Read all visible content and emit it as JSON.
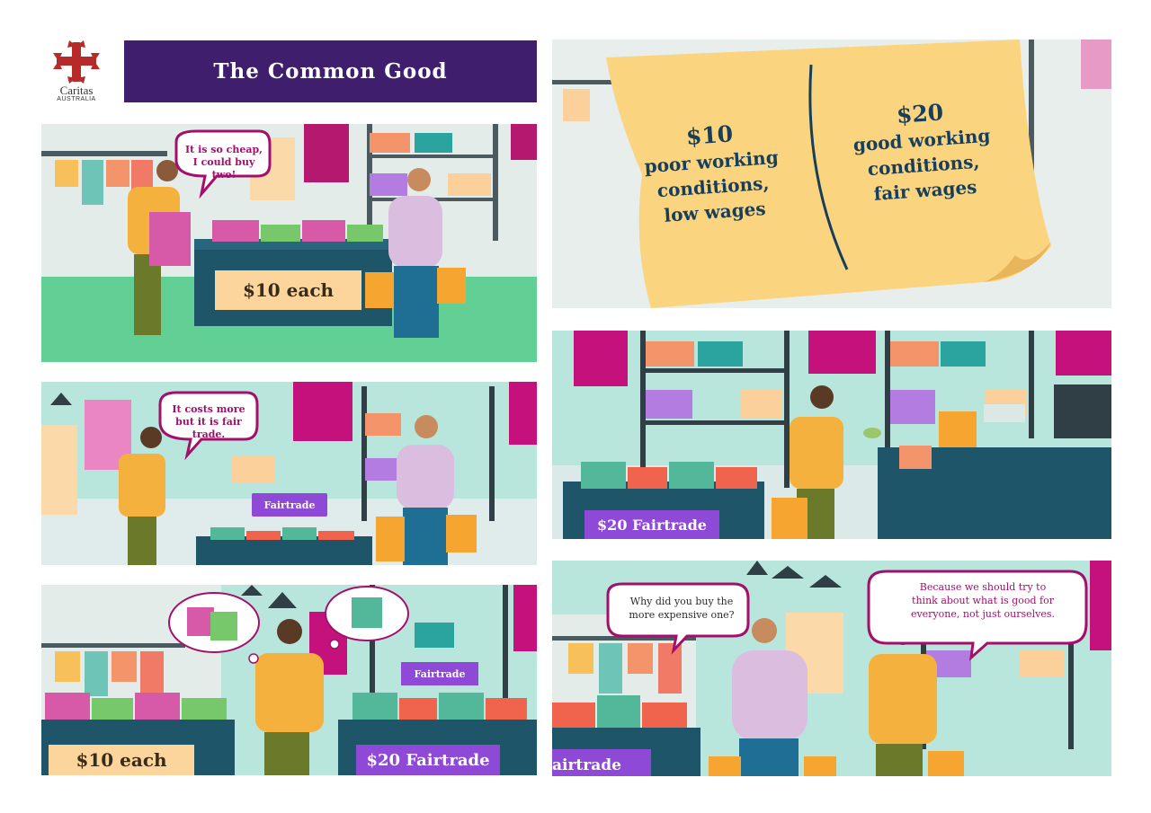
{
  "logo": {
    "name": "Caritas",
    "subtitle": "AUSTRALIA",
    "icon": "caritas-cross-icon"
  },
  "title": "The Common Good",
  "colors": {
    "title_bar": "#3f1f6d",
    "magenta": "#a3106b",
    "fairtrade_purple": "#8e49d6",
    "price_tag": "#fbd59b",
    "note": "#fbd47f",
    "teal_text": "#173f5b"
  },
  "panel1": {
    "speech": "It is so cheap, I could buy two!",
    "price_sign": "$10 each"
  },
  "panel2": {
    "left_price": "$10",
    "left_desc_1": "poor working",
    "left_desc_2": "conditions,",
    "left_desc_3": "low wages",
    "right_price": "$20",
    "right_desc_1": "good working",
    "right_desc_2": "conditions,",
    "right_desc_3": "fair wages"
  },
  "panel3": {
    "speech": "It costs more but it is fair trade.",
    "fairtrade_sign": "Fairtrade"
  },
  "panel4": {
    "price_sign": "$20 Fairtrade"
  },
  "panel5": {
    "fairtrade_sign": "Fairtrade",
    "left_sign": "$10 each",
    "right_sign": "$20 Fairtrade"
  },
  "panel6": {
    "question": "Why did you buy the more expensive one?",
    "answer": "Because we should try to think about what is good for everyone, not just ourselves.",
    "sign_partial": "airtrade"
  }
}
